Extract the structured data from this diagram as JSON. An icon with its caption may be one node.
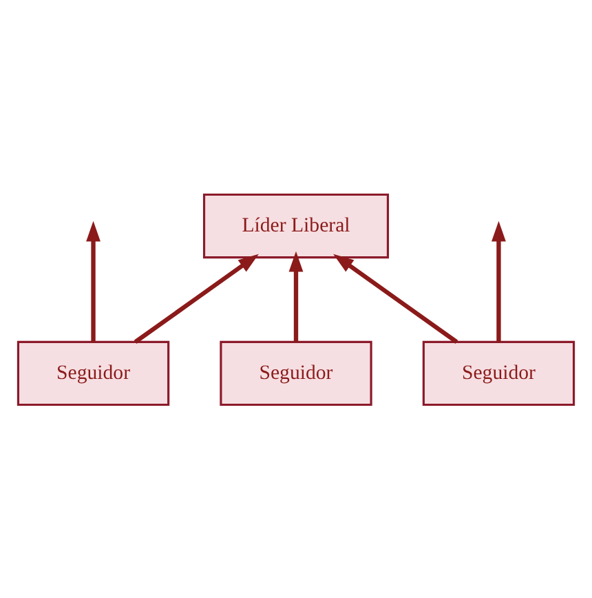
{
  "diagram": {
    "nodes": [
      {
        "text": [
          "Líder Liberal"
        ]
      },
      {
        "text": [
          "Seguidor"
        ]
      },
      {
        "text": [
          "Seguidor"
        ]
      },
      {
        "text": [
          "Seguidor"
        ]
      }
    ],
    "edges": [
      {
        "from": 1,
        "to": null,
        "arrow": "to"
      },
      {
        "from": 1,
        "to": 0,
        "arrow": "to"
      },
      {
        "from": 2,
        "to": 0,
        "arrow": "to"
      },
      {
        "from": 3,
        "to": 0,
        "arrow": "to"
      },
      {
        "from": 3,
        "to": null,
        "arrow": "to"
      }
    ]
  }
}
